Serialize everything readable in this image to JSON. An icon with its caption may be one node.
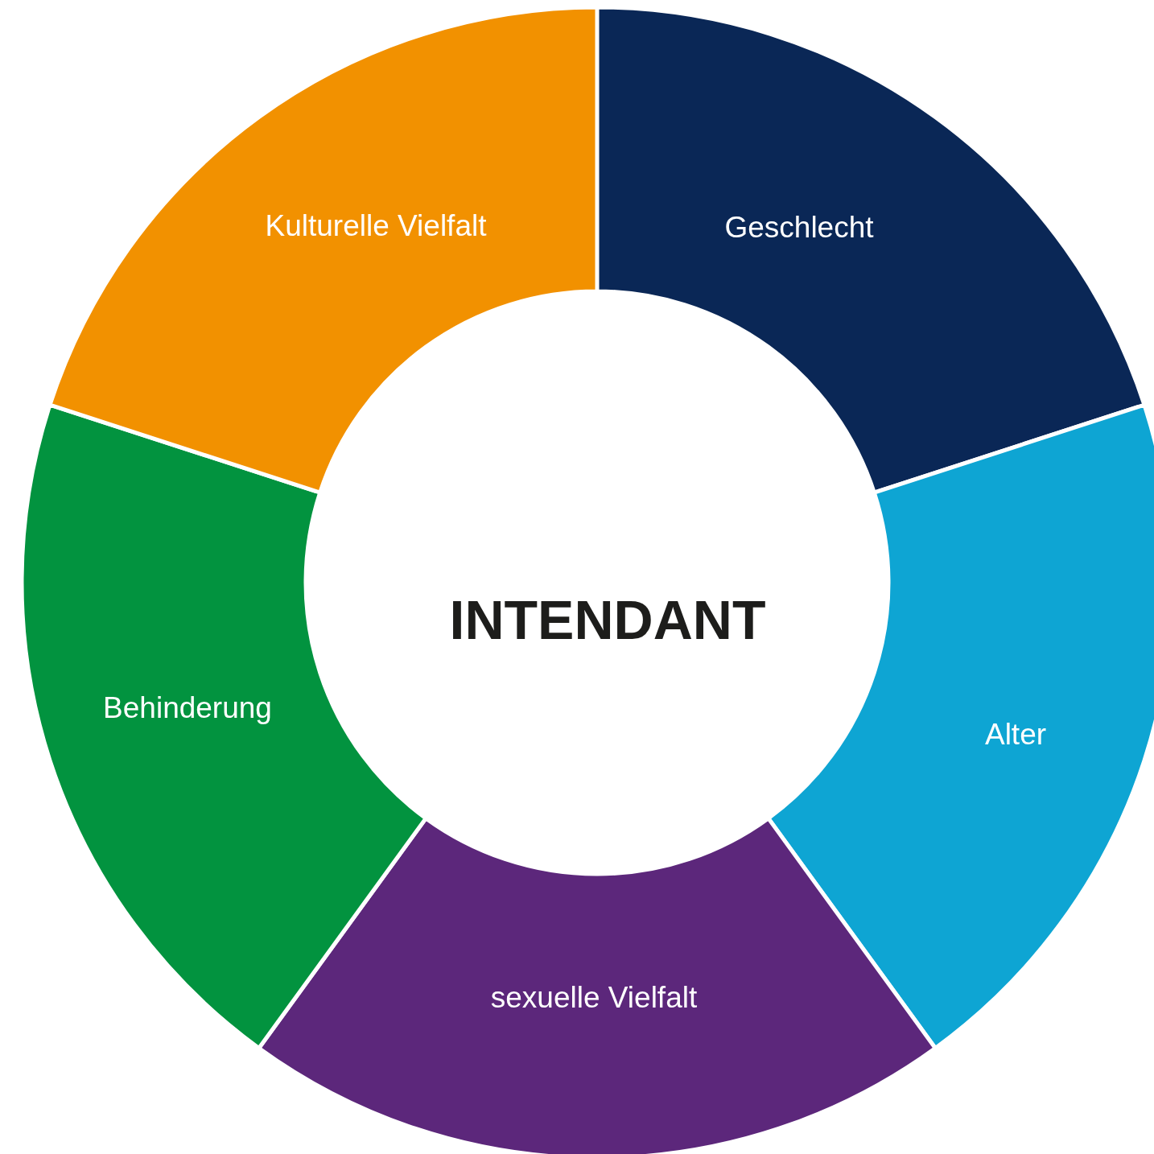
{
  "diagram": {
    "nodes": [
      {
        "text": [
          "Geschlecht"
        ]
      },
      {
        "text": [
          "Alter"
        ]
      },
      {
        "text": [
          "sexuelle Vielfalt"
        ]
      },
      {
        "text": [
          "Behinderung"
        ]
      },
      {
        "text": [
          "Kulturelle Vielfalt"
        ]
      },
      {
        "text": [
          "INTENDANT"
        ]
      }
    ]
  }
}
